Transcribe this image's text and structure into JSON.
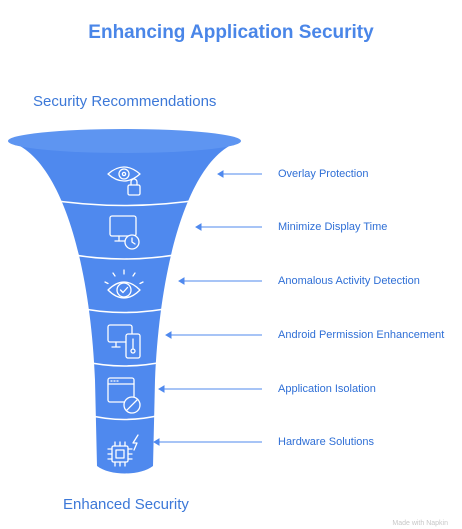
{
  "title": "Enhancing Application Security",
  "top_label": "Security Recommendations",
  "bottom_label": "Enhanced Security",
  "colors": {
    "accent": "#4a86e8",
    "funnel": "#4f89ee",
    "funnel_rim": "#5e95f1",
    "separator": "#ffffff"
  },
  "stages": [
    {
      "label": "Overlay Protection",
      "icon": "eye-lock-icon"
    },
    {
      "label": "Minimize Display Time",
      "icon": "monitor-clock-icon"
    },
    {
      "label": "Anomalous Activity Detection",
      "icon": "eye-check-icon"
    },
    {
      "label": "Android Permission Enhancement",
      "icon": "devices-thermometer-icon"
    },
    {
      "label": "Application Isolation",
      "icon": "window-blocked-icon"
    },
    {
      "label": "Hardware Solutions",
      "icon": "chip-power-icon"
    }
  ],
  "watermark": "Made with Napkin"
}
